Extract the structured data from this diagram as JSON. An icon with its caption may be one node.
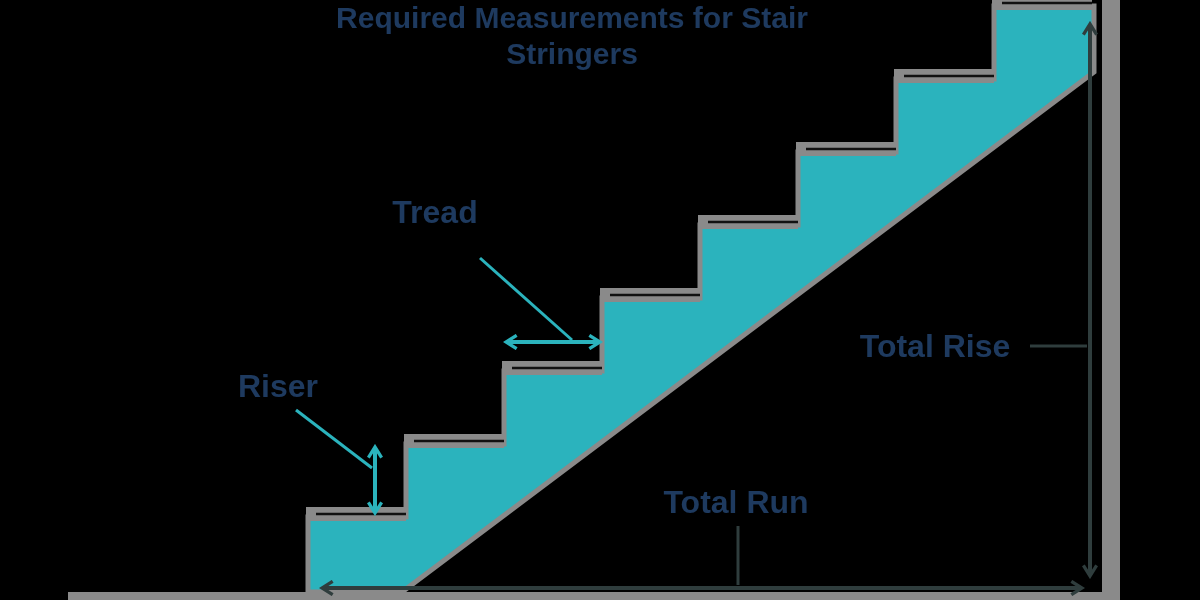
{
  "diagram": {
    "title": "Required Measurements for Stair Stringers",
    "nodes": [
      {
        "text": [
          "Tread"
        ]
      },
      {
        "text": [
          "Riser"
        ]
      },
      {
        "text": [
          "Total Rise"
        ]
      },
      {
        "text": [
          "Total Run"
        ]
      }
    ],
    "edges": [
      {
        "from": 0,
        "to": null,
        "arrow": "none"
      },
      {
        "from": 1,
        "to": null,
        "arrow": "none"
      },
      {
        "from": 2,
        "to": null,
        "arrow": "none",
        "color": "#2f3d3d"
      },
      {
        "from": 3,
        "to": null,
        "arrow": "none",
        "color": "#2f3d3d"
      }
    ]
  }
}
